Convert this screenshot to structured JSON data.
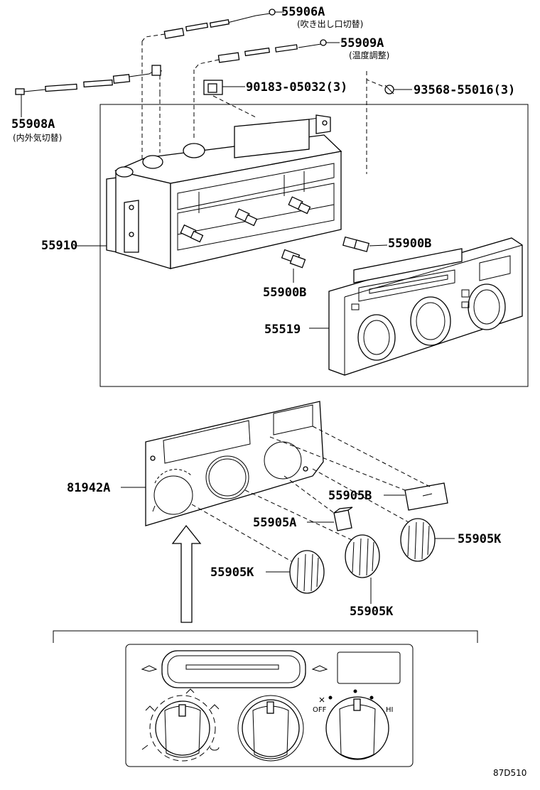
{
  "parts": {
    "p55906A": {
      "number": "55906A",
      "note": "(吹き出し口切替)"
    },
    "p55909A": {
      "number": "55909A",
      "note": "(温度調整)"
    },
    "p90183": {
      "number": "90183-05032(3)"
    },
    "p93568": {
      "number": "93568-55016(3)"
    },
    "p55908A": {
      "number": "55908A",
      "note": "(内外気切替)"
    },
    "p55910": {
      "number": "55910"
    },
    "p55900B_a": {
      "number": "55900B"
    },
    "p55900B_b": {
      "number": "55900B"
    },
    "p55519": {
      "number": "55519"
    },
    "p81942A": {
      "number": "81942A"
    },
    "p55905B": {
      "number": "55905B"
    },
    "p55905A": {
      "number": "55905A"
    },
    "p55905K_a": {
      "number": "55905K"
    },
    "p55905K_b": {
      "number": "55905K"
    },
    "p55905K_c": {
      "number": "55905K"
    }
  },
  "panel_labels": {
    "off": "OFF",
    "hi": "HI"
  },
  "figure_code": "87D510"
}
